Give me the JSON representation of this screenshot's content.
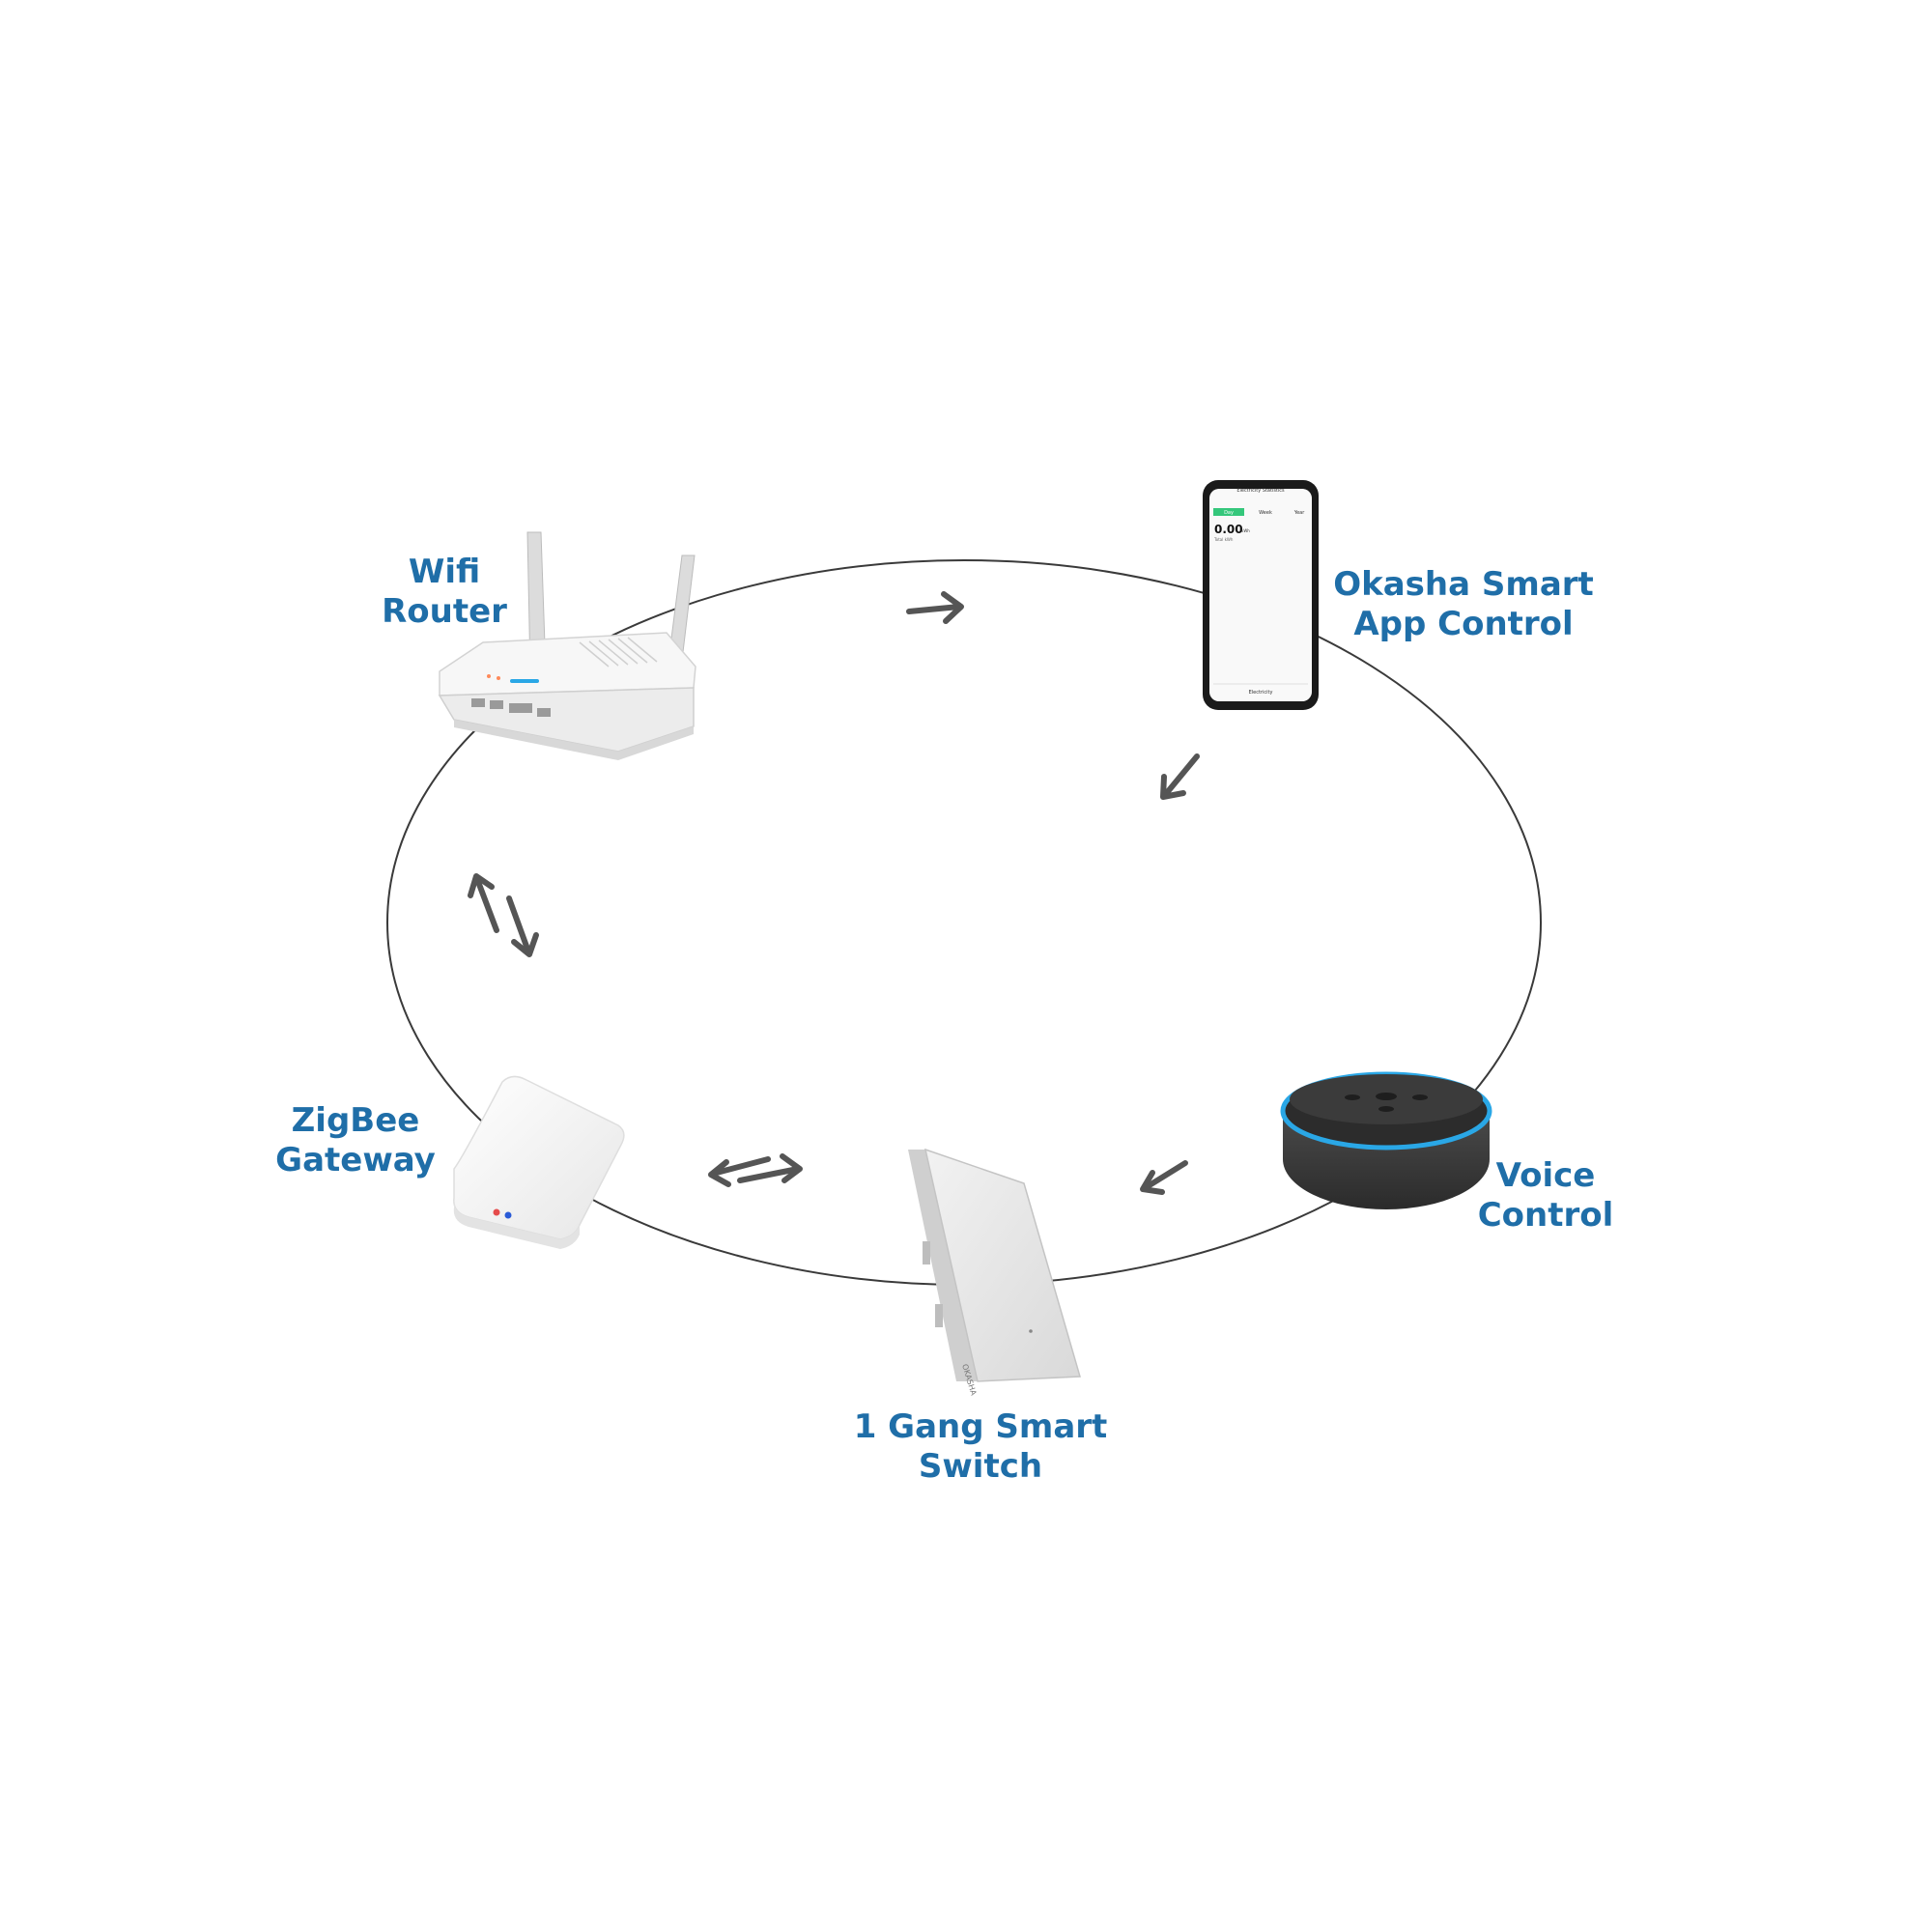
{
  "nodes": {
    "router": {
      "line1": "Wifi",
      "line2": "Router",
      "icon": "wifi-router-icon"
    },
    "app": {
      "line1": "Okasha Smart",
      "line2": "App Control",
      "icon": "smartphone-icon"
    },
    "voice": {
      "line1": "Voice",
      "line2": "Control",
      "icon": "smart-speaker-icon"
    },
    "switch": {
      "line1": "1 Gang Smart",
      "line2": "Switch",
      "icon": "wall-switch-icon"
    },
    "gateway": {
      "line1": "ZigBee",
      "line2": "Gateway",
      "icon": "zigbee-hub-icon"
    }
  },
  "phone_screen": {
    "title": "Electricity Statistics",
    "tabs": [
      "Day",
      "Week",
      "Year"
    ],
    "reading": "0.00",
    "unit": "kWh",
    "caption": "Total kWh",
    "footer": "Electricity"
  },
  "switch_brand": "OKASHA",
  "colors": {
    "label": "#1f6ea8",
    "arrow": "#555555",
    "ring": "#3a3a3a",
    "alexa_ring": "#2aa7e6",
    "phone_tab_active": "#34c77b"
  }
}
